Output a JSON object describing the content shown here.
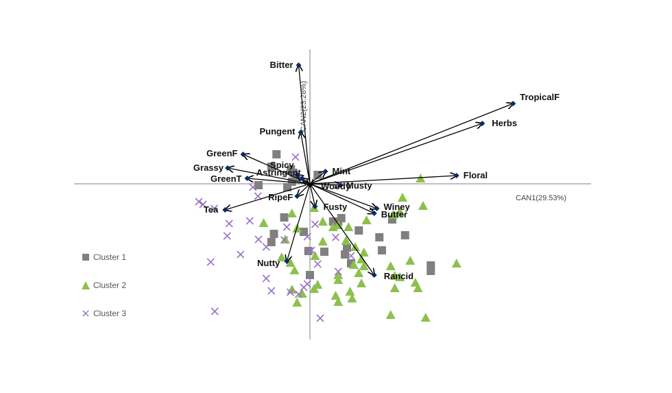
{
  "chart_data": {
    "type": "scatter",
    "subtype": "biplot",
    "xlabel": "CAN1(29.53%)",
    "ylabel": "CAN2(23.28%)",
    "xlim": [
      -3.5,
      4.3
    ],
    "ylim": [
      -2.3,
      2.0
    ],
    "grid": false,
    "legend_position": "left",
    "colors": {
      "cluster1": "#808080",
      "cluster2": "#8dc04e",
      "cluster3": "#9b72c6",
      "vector": "#000000",
      "marker": "#0b2a6b",
      "axis": "#bfbfbf"
    },
    "series": [
      {
        "name": "Cluster 1",
        "marker": "square",
        "points": [
          [
            -0.65,
            0.43
          ],
          [
            -0.75,
            0.25
          ],
          [
            -0.37,
            0.21
          ],
          [
            -0.32,
            0.16
          ],
          [
            -0.28,
            0.1
          ],
          [
            -0.35,
            0.03
          ],
          [
            -1.0,
            -0.02
          ],
          [
            -0.44,
            -0.05
          ],
          [
            -0.5,
            -0.49
          ],
          [
            -0.7,
            -0.73
          ],
          [
            -0.12,
            -0.7
          ],
          [
            -0.75,
            -0.85
          ],
          [
            0.55,
            -0.55
          ],
          [
            0.61,
            -0.5
          ],
          [
            0.95,
            -0.68
          ],
          [
            -0.03,
            -0.98
          ],
          [
            0.28,
            -0.99
          ],
          [
            0.68,
            -1.03
          ],
          [
            0.72,
            -0.93
          ],
          [
            1.35,
            -0.78
          ],
          [
            1.4,
            -0.97
          ],
          [
            1.6,
            -0.52
          ],
          [
            1.85,
            -0.75
          ],
          [
            2.35,
            -1.19
          ],
          [
            2.35,
            -1.27
          ],
          [
            0.45,
            -0.55
          ],
          [
            0.0,
            -1.33
          ],
          [
            0.8,
            -1.16
          ],
          [
            0.15,
            0.13
          ]
        ]
      },
      {
        "name": "Cluster 2",
        "marker": "triangle",
        "points": [
          [
            2.15,
            0.08
          ],
          [
            1.8,
            -0.2
          ],
          [
            2.2,
            -0.32
          ],
          [
            1.62,
            -0.45
          ],
          [
            1.75,
            -0.41
          ],
          [
            0.45,
            -0.63
          ],
          [
            0.55,
            -0.6
          ],
          [
            0.75,
            -0.63
          ],
          [
            1.1,
            -0.53
          ],
          [
            0.25,
            -0.55
          ],
          [
            -0.9,
            -0.57
          ],
          [
            -0.48,
            -0.81
          ],
          [
            -0.25,
            -0.65
          ],
          [
            -0.35,
            -0.43
          ],
          [
            0.08,
            -0.35
          ],
          [
            -0.55,
            -1.07
          ],
          [
            -0.38,
            -1.15
          ],
          [
            -0.3,
            -1.26
          ],
          [
            -0.35,
            -1.54
          ],
          [
            -0.15,
            -1.6
          ],
          [
            0.1,
            -1.05
          ],
          [
            0.25,
            -0.84
          ],
          [
            0.7,
            -0.83
          ],
          [
            0.88,
            -0.92
          ],
          [
            1.0,
            -1.1
          ],
          [
            1.05,
            -1.0
          ],
          [
            1.05,
            -1.2
          ],
          [
            0.08,
            -1.53
          ],
          [
            0.15,
            -1.47
          ],
          [
            0.5,
            -1.63
          ],
          [
            0.55,
            -1.72
          ],
          [
            0.78,
            -1.57
          ],
          [
            0.82,
            -1.67
          ],
          [
            0.95,
            -1.3
          ],
          [
            0.85,
            -1.18
          ],
          [
            1.57,
            -1.2
          ],
          [
            1.65,
            -1.34
          ],
          [
            1.75,
            -1.36
          ],
          [
            1.65,
            -1.52
          ],
          [
            1.95,
            -1.12
          ],
          [
            2.05,
            -1.44
          ],
          [
            2.1,
            -1.52
          ],
          [
            2.85,
            -1.16
          ],
          [
            1.57,
            -1.91
          ],
          [
            2.25,
            -1.95
          ],
          [
            -0.25,
            -1.73
          ],
          [
            0.55,
            -1.33
          ],
          [
            1.0,
            -1.45
          ],
          [
            0.55,
            -1.4
          ]
        ]
      },
      {
        "name": "Cluster 3",
        "marker": "cross",
        "points": [
          [
            -0.28,
            0.39
          ],
          [
            -1.11,
            -0.05
          ],
          [
            -1.01,
            -0.18
          ],
          [
            -2.16,
            -0.26
          ],
          [
            -2.08,
            -0.3
          ],
          [
            -1.86,
            -0.36
          ],
          [
            -1.57,
            -0.58
          ],
          [
            -1.17,
            -0.54
          ],
          [
            -1.61,
            -0.76
          ],
          [
            -1.0,
            -0.81
          ],
          [
            -0.85,
            -0.92
          ],
          [
            -1.35,
            -1.03
          ],
          [
            -1.93,
            -1.14
          ],
          [
            -0.85,
            -1.38
          ],
          [
            -0.75,
            -1.56
          ],
          [
            -0.38,
            -1.58
          ],
          [
            -0.22,
            -1.61
          ],
          [
            -0.12,
            -1.51
          ],
          [
            -0.05,
            -1.46
          ],
          [
            -1.85,
            -1.86
          ],
          [
            0.2,
            -1.96
          ],
          [
            -0.05,
            -0.77
          ],
          [
            0.03,
            -0.97
          ],
          [
            0.1,
            -0.59
          ],
          [
            0.55,
            -1.28
          ],
          [
            0.15,
            -1.17
          ],
          [
            0.5,
            -0.78
          ],
          [
            0.8,
            -1.05
          ],
          [
            -0.45,
            -0.63
          ],
          [
            -0.5,
            -0.82
          ]
        ]
      }
    ],
    "vectors": [
      {
        "label": "Bitter",
        "x": -0.22,
        "y": 1.73
      },
      {
        "label": "TropicalF",
        "x": 3.95,
        "y": 1.17
      },
      {
        "label": "Herbs",
        "x": 3.35,
        "y": 0.88
      },
      {
        "label": "Pungent",
        "x": -0.18,
        "y": 0.75
      },
      {
        "label": "GreenF",
        "x": -1.3,
        "y": 0.43
      },
      {
        "label": "Grassy",
        "x": -1.6,
        "y": 0.23
      },
      {
        "label": "GreenT",
        "x": -1.22,
        "y": 0.08
      },
      {
        "label": "Spicy",
        "x": -0.25,
        "y": 0.13
      },
      {
        "label": "Astringent",
        "x": -0.15,
        "y": 0.08
      },
      {
        "label": "Mint",
        "x": 0.3,
        "y": 0.18
      },
      {
        "label": "Floral",
        "x": 2.85,
        "y": 0.12
      },
      {
        "label": "Woody",
        "x": 0.0,
        "y": -0.02
      },
      {
        "label": "Musty",
        "x": 0.6,
        "y": -0.02
      },
      {
        "label": "Tea",
        "x": -1.65,
        "y": -0.38
      },
      {
        "label": "RipeF",
        "x": -0.25,
        "y": -0.18
      },
      {
        "label": "Fusty",
        "x": 0.1,
        "y": -0.33
      },
      {
        "label": "Winey",
        "x": 1.3,
        "y": -0.36
      },
      {
        "label": "Butter",
        "x": 1.25,
        "y": -0.43
      },
      {
        "label": "Nutty",
        "x": -0.45,
        "y": -1.13
      },
      {
        "label": "Rancid",
        "x": 1.25,
        "y": -1.33
      }
    ]
  }
}
